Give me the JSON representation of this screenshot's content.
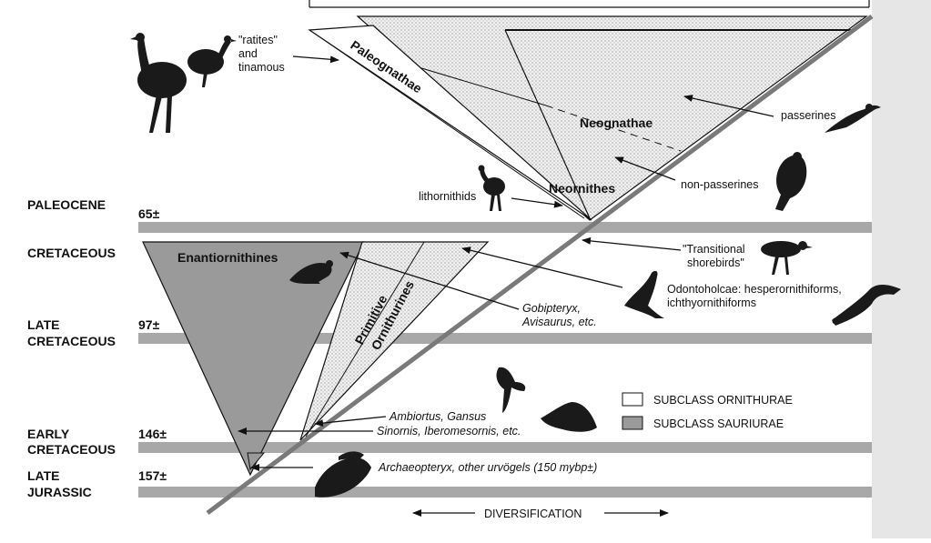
{
  "eras": [
    {
      "line1": "PALEOCENE",
      "line2": "",
      "age": "65±"
    },
    {
      "line1": "CRETACEOUS",
      "line2": "",
      "age": ""
    },
    {
      "line1": "LATE",
      "line2": "CRETACEOUS",
      "age": "97±"
    },
    {
      "line1": "EARLY",
      "line2": "CRETACEOUS",
      "age": "146±"
    },
    {
      "line1": "LATE",
      "line2": "JURASSIC",
      "age": "157±"
    }
  ],
  "clades": {
    "paleognathae": "Paleognathae",
    "neognathae": "Neognathae",
    "neornithes": "Neornithes",
    "enantiornithines": "Enantiornithines",
    "primitive_line1": "Primitive",
    "primitive_line2": "Ornithurines"
  },
  "annotations": {
    "ratites_1": "\"ratites\"",
    "ratites_2": "and",
    "ratites_3": "tinamous",
    "passerines": "passerines",
    "non_passerines": "non-passerines",
    "lithornithids": "lithornithids",
    "transitional_1": "\"Transitional",
    "transitional_2": "shorebirds\"",
    "odonto_1": "Odontoholcae: hesperornithiforms,",
    "odonto_2": "ichthyornithiforms",
    "gobipteryx_1": "Gobipteryx,",
    "gobipteryx_2": "Avisaurus, etc.",
    "ambiortus": "Ambiortus, Gansus",
    "sinornis": "Sinornis, Iberomesornis, etc.",
    "archaeopteryx": "Archaeopteryx, other urvögels (150 mybp±)"
  },
  "legend": {
    "ornithurae": "SUBCLASS ORNITHURAE",
    "sauriurae": "SUBCLASS SAURIURAE"
  },
  "axis": {
    "label": "DIVERSIFICATION"
  },
  "colors": {
    "band": "#a8a8a8",
    "sauriurae_fill": "#9a9a9a",
    "ornithurae_fill": "#ececec",
    "ink": "#111111"
  }
}
